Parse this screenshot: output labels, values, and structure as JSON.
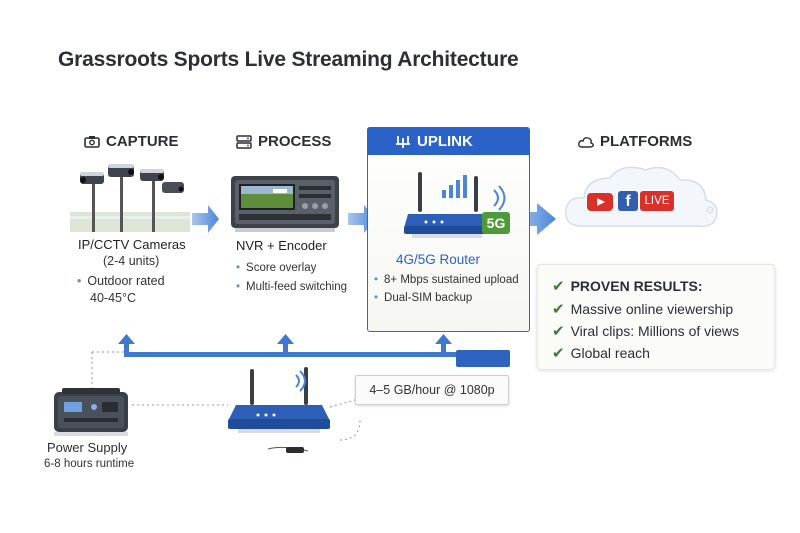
{
  "title": "Grassroots Sports Live Streaming Architecture",
  "stages": {
    "capture": {
      "header": "CAPTURE",
      "label": "IP/CCTV Cameras",
      "sublabel": "(2-4 units)",
      "bullets": [
        "Outdoor rated",
        "40-45°C"
      ]
    },
    "process": {
      "header": "PROCESS",
      "label": "NVR + Encoder",
      "bullets": [
        "Score overlay",
        "Multi-feed switching"
      ]
    },
    "uplink": {
      "header": "UPLINK",
      "label": "4G/5G Router",
      "badge": "5G",
      "bullets": [
        "8+ Mbps sustained upload",
        "Dual-SIM backup"
      ]
    },
    "platforms": {
      "header": "PLATFORMS",
      "live_badge": "LIVE",
      "facebook_glyph": "f"
    }
  },
  "results": {
    "heading": "PROVEN RESULTS:",
    "items": [
      "Massive online viewership",
      "Viral clips: Millions of views",
      "Global reach"
    ]
  },
  "bitrate_note": "4–5 GB/hour @ 1080p",
  "power": {
    "label": "Power Supply",
    "runtime": "6-8 hours runtime"
  },
  "colors": {
    "accent_blue": "#2b62c7",
    "arrow_blue": "#5b8fd6",
    "check_green": "#3d7a3a",
    "badge_green": "#4e9a3a",
    "youtube_red": "#d9302a",
    "facebook_blue": "#2f5fae"
  }
}
